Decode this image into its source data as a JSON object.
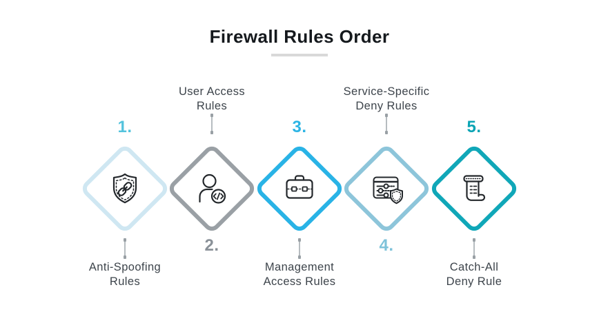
{
  "title": "Firewall Rules Order",
  "colors": {
    "title_text": "#15191d",
    "underline": "#d9d9d9",
    "label_text": "#3d444b",
    "connector": "#b6bcc0",
    "icon_stroke": "#23272b"
  },
  "items": [
    {
      "number": "1.",
      "accent": "#54c3dd",
      "diamond_border": "#cfe7f2",
      "icon": "shield-link-icon",
      "label_position": "bottom",
      "label_line1": "Anti-Spoofing",
      "label_line2": "Rules"
    },
    {
      "number": "2.",
      "accent": "#8a9198",
      "diamond_border": "#9aa0a5",
      "icon": "user-code-icon",
      "label_position": "top",
      "label_line1": "User Access",
      "label_line2": "Rules"
    },
    {
      "number": "3.",
      "accent": "#2cb4e4",
      "diamond_border": "#29b3e6",
      "icon": "briefcase-icon",
      "label_position": "bottom",
      "label_line1": "Management",
      "label_line2": "Access Rules"
    },
    {
      "number": "4.",
      "accent": "#7ec2d9",
      "diamond_border": "#8dc5da",
      "icon": "sliders-shield-icon",
      "label_position": "top",
      "label_line1": "Service-Specific",
      "label_line2": "Deny Rules"
    },
    {
      "number": "5.",
      "accent": "#09a4b4",
      "diamond_border": "#10a7b8",
      "icon": "scroll-list-icon",
      "label_position": "bottom",
      "label_line1": "Catch-All",
      "label_line2": "Deny Rule"
    }
  ]
}
